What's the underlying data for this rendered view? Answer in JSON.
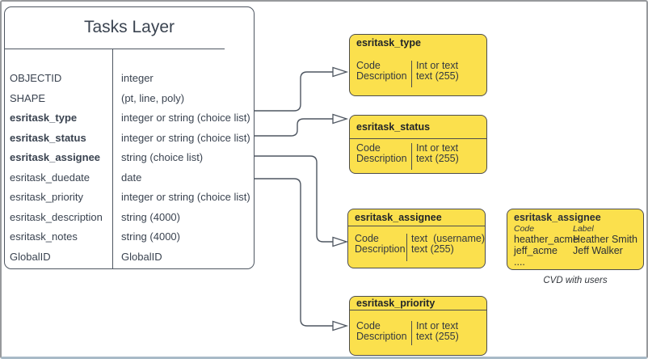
{
  "colors": {
    "shape_yellow": "#FBE04D",
    "shape_stroke": "#4D4D4D",
    "connector": "#4E5661",
    "text": "#3A4350",
    "window_border": "#97999C",
    "window_border_bottom": "#A8BAC7"
  },
  "table": {
    "title": "Tasks Layer",
    "rows": [
      {
        "name": "OBJECTID",
        "type": "integer",
        "emphasis": false
      },
      {
        "name": "SHAPE",
        "type": "(pt, line, poly)",
        "emphasis": false
      },
      {
        "name": "esritask_type",
        "type": "integer or string (choice list)",
        "emphasis": true
      },
      {
        "name": "esritask_status",
        "type": "integer or string (choice list)",
        "emphasis": true
      },
      {
        "name": "esritask_assignee",
        "type": "string (choice list)",
        "emphasis": true
      },
      {
        "name": "esritask_duedate",
        "type": "date",
        "emphasis": false
      },
      {
        "name": "esritask_priority",
        "type": "integer or string (choice list)",
        "emphasis": false
      },
      {
        "name": "esritask_description",
        "type": "string (4000)",
        "emphasis": false
      },
      {
        "name": "esritask_notes",
        "type": "string (4000)",
        "emphasis": false
      },
      {
        "name": "GlobalID",
        "type": "GlobalID",
        "emphasis": false
      }
    ]
  },
  "domains": [
    {
      "title": "esritask_type",
      "field_rows": [
        "Code",
        "Description"
      ],
      "type_rows": [
        "Int or text",
        "text (255)"
      ]
    },
    {
      "title": "esritask_status",
      "field_rows": [
        "Code",
        "Description"
      ],
      "type_rows": [
        "Int or text",
        "text (255)"
      ]
    },
    {
      "title": "esritask_assignee",
      "field_rows": [
        "Code",
        "Description"
      ],
      "type_rows": [
        "text  (username)",
        "text (255)"
      ]
    },
    {
      "title": "esritask_priority",
      "field_rows": [
        "Code",
        "Description"
      ],
      "type_rows": [
        "Int or text",
        "text (255)"
      ]
    }
  ],
  "cvd_table": {
    "title": "esritask_assignee",
    "columns": [
      "Code",
      "Label"
    ],
    "rows": [
      {
        "code": "heather_acme",
        "label": "Heather Smith"
      },
      {
        "code": "jeff_acme",
        "label": "Jeff Walker"
      },
      {
        "code": "....",
        "label": ""
      }
    ],
    "caption": "CVD with users"
  }
}
